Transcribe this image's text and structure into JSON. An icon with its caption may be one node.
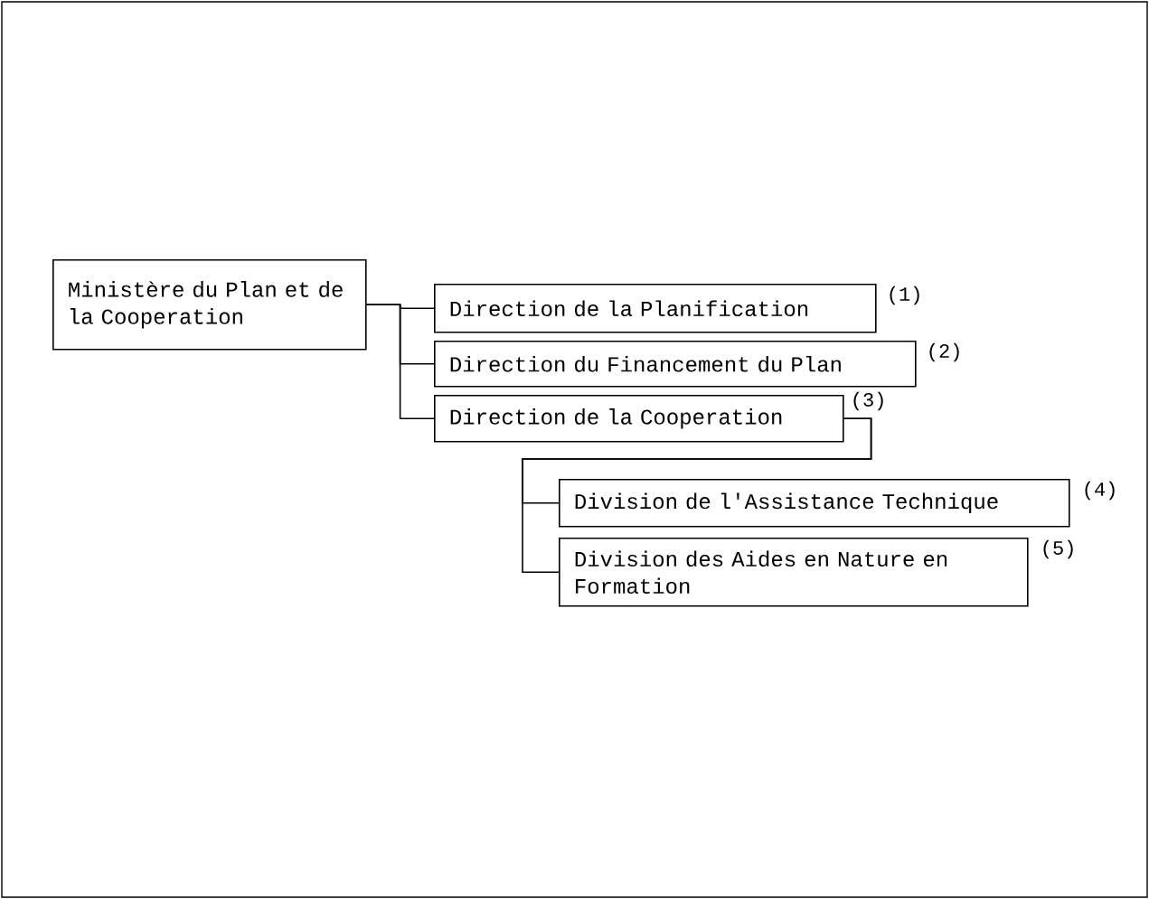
{
  "diagram": {
    "nodes": [
      {
        "text": [
          "Ministère du Plan et de la Cooperation"
        ]
      },
      {
        "text": [
          "Direction de la Planification"
        ],
        "beside": [
          "(1)"
        ]
      },
      {
        "text": [
          "Direction du Financement du Plan"
        ],
        "beside": [
          "(2)"
        ]
      },
      {
        "text": [
          "Direction de la Cooperation"
        ],
        "beside": [
          "(3)"
        ]
      },
      {
        "text": [
          "Division de l'Assistance Technique"
        ],
        "beside": [
          "(4)"
        ]
      },
      {
        "text": [
          "Division des Aides en Nature en Formation"
        ],
        "beside": [
          "(5)"
        ]
      }
    ],
    "edges": [
      {
        "from": 0,
        "to": 1,
        "arrow": "none"
      },
      {
        "from": 0,
        "to": 2,
        "arrow": "none"
      },
      {
        "from": 0,
        "to": 3,
        "arrow": "none"
      },
      {
        "from": 3,
        "to": 4,
        "arrow": "none"
      },
      {
        "from": 3,
        "to": 5,
        "arrow": "none"
      }
    ]
  }
}
